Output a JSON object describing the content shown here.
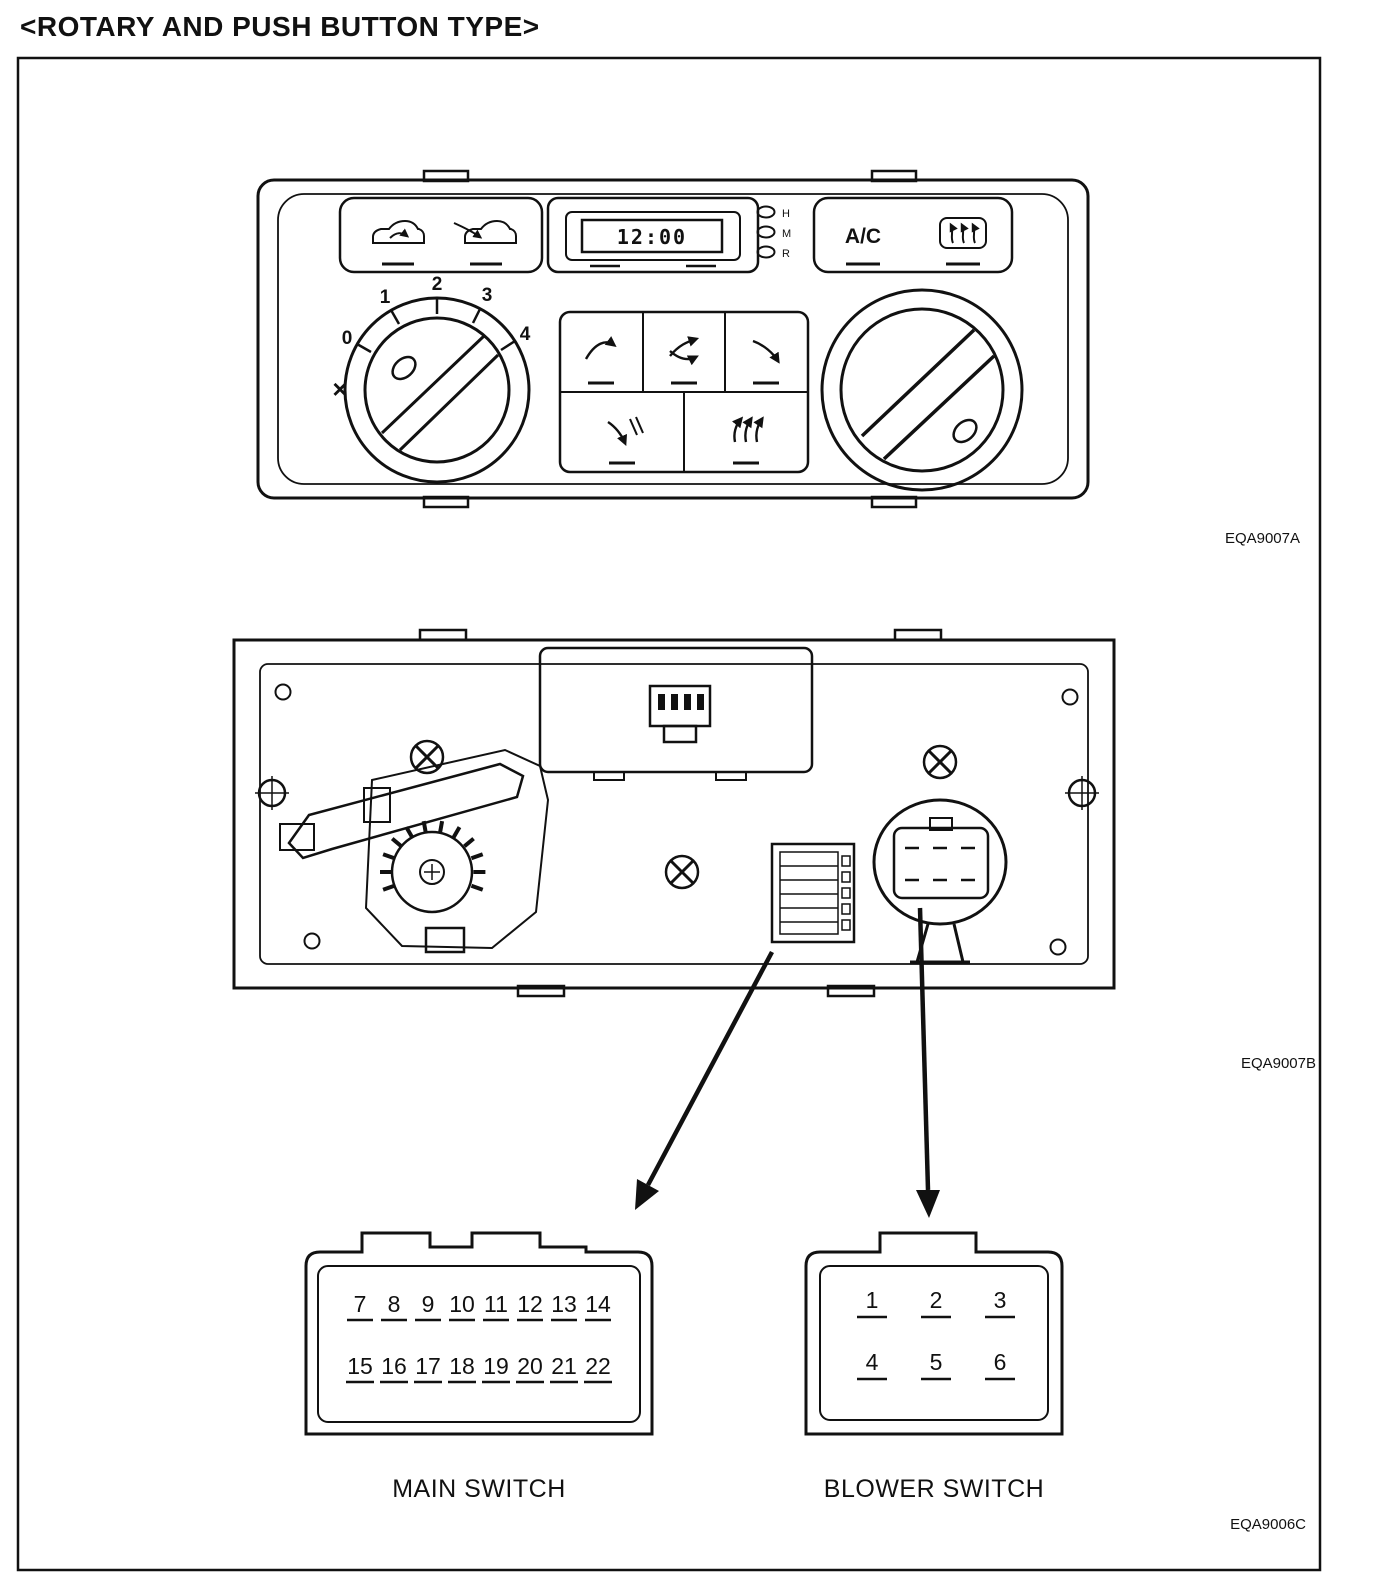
{
  "title": "<ROTARY AND PUSH BUTTON TYPE>",
  "figure_codes": {
    "a": "EQA9007A",
    "b": "EQA9007B",
    "c": "EQA9006C"
  },
  "panel": {
    "clock": "12:00",
    "ac_label": "A/C",
    "clock_buttons": [
      "H",
      "M",
      "R"
    ],
    "fan_positions": [
      "0",
      "1",
      "2",
      "3",
      "4"
    ],
    "fan_off_symbol": "×"
  },
  "main_switch": {
    "label": "MAIN SWITCH",
    "pins_top": [
      "7",
      "8",
      "9",
      "10",
      "11",
      "12",
      "13",
      "14"
    ],
    "pins_bottom": [
      "15",
      "16",
      "17",
      "18",
      "19",
      "20",
      "21",
      "22"
    ]
  },
  "blower_switch": {
    "label": "BLOWER SWITCH",
    "pins_top": [
      "1",
      "2",
      "3"
    ],
    "pins_bottom": [
      "4",
      "5",
      "6"
    ]
  },
  "colors": {
    "ink": "#111111",
    "paper": "#ffffff"
  }
}
